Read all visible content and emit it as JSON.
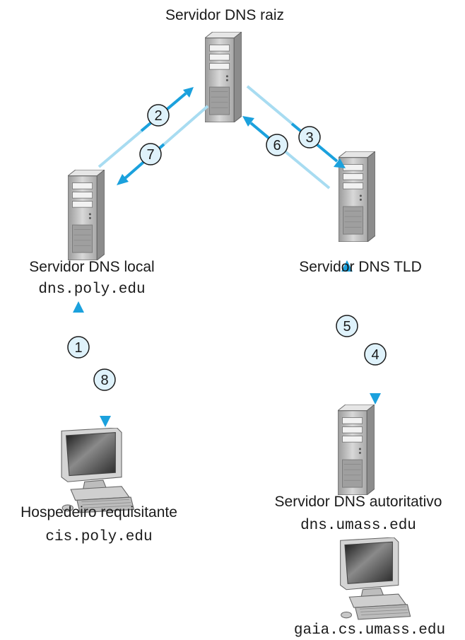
{
  "colors": {
    "arrow_dark": "#1ba1dd",
    "arrow_light": "#a8dcf1",
    "step_circle_fill": "#dff2fb",
    "server_body": "#bdbdbd",
    "text": "#1a1a1a"
  },
  "nodes": {
    "root": {
      "label": "Servidor DNS raiz",
      "icon": "server-tower-icon"
    },
    "local": {
      "label": "Servidor DNS local",
      "host": "dns.poly.edu",
      "icon": "server-tower-icon"
    },
    "tld": {
      "label": "Servidor DNS TLD",
      "icon": "server-tower-icon"
    },
    "requester": {
      "label": "Hospedeiro requisitante",
      "host": "cis.poly.edu",
      "icon": "desktop-computer-icon"
    },
    "authoritative": {
      "label": "Servidor DNS autoritativo",
      "host": "dns.umass.edu",
      "icon": "server-tower-icon"
    },
    "target": {
      "host": "gaia.cs.umass.edu",
      "icon": "desktop-computer-icon"
    }
  },
  "steps": [
    {
      "number": "1",
      "from": "requester",
      "to": "local"
    },
    {
      "number": "2",
      "from": "local",
      "to": "root"
    },
    {
      "number": "3",
      "from": "root",
      "to": "tld"
    },
    {
      "number": "4",
      "from": "tld",
      "to": "authoritative"
    },
    {
      "number": "5",
      "from": "authoritative",
      "to": "tld"
    },
    {
      "number": "6",
      "from": "tld",
      "to": "root"
    },
    {
      "number": "7",
      "from": "root",
      "to": "local"
    },
    {
      "number": "8",
      "from": "local",
      "to": "requester"
    }
  ]
}
